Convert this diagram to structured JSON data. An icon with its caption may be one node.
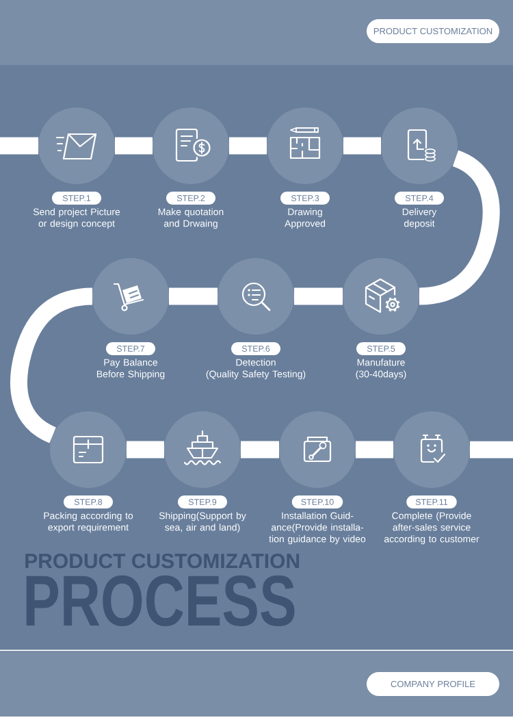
{
  "diagram": {
    "nodes": [
      {
        "text": [
          "PRODUCT CUSTOMIZATION"
        ]
      },
      {
        "text": [
          "STEP.1",
          "Send project Picture or design concept"
        ]
      },
      {
        "text": [
          "STEP.2",
          "Make quotation and Drwaing"
        ]
      },
      {
        "text": [
          "STEP.3",
          "Drawing Approved"
        ]
      },
      {
        "text": [
          "STEP.4",
          "Delivery deposit"
        ]
      },
      {
        "text": [
          "STEP.5",
          "Manufature (30-40days)"
        ]
      },
      {
        "text": [
          "STEP.6",
          "Detection (Quality Safety Testing)"
        ]
      },
      {
        "text": [
          "STEP.7",
          "Pay Balance Before Shipping"
        ]
      },
      {
        "text": [
          "STEP.8",
          "Packing according to export requirement"
        ]
      },
      {
        "text": [
          "STEP.9",
          "Shipping(Support by sea, air and land)"
        ]
      },
      {
        "text": [
          "STEP.10",
          "Installation Guid- ance(Provide installa- tion guidance by video"
        ]
      },
      {
        "text": [
          "STEP.11",
          "Complete (Provide after-sales service according to customer"
        ]
      },
      {
        "text": [
          "COMPANY PROFILE"
        ]
      }
    ],
    "edges": [
      {
        "from": null,
        "to": 1,
        "arrow": "none"
      },
      {
        "from": 1,
        "to": 2,
        "arrow": "none"
      },
      {
        "from": 2,
        "to": 3,
        "arrow": "none"
      },
      {
        "from": 3,
        "to": 4,
        "arrow": "none"
      },
      {
        "from": 4,
        "to": 5,
        "arrow": "none"
      },
      {
        "from": 5,
        "to": 6,
        "arrow": "none"
      },
      {
        "from": 6,
        "to": 7,
        "arrow": "none"
      },
      {
        "from": 7,
        "to": 8,
        "arrow": "none"
      },
      {
        "from": 8,
        "to": 9,
        "arrow": "none"
      },
      {
        "from": 9,
        "to": 10,
        "arrow": "none"
      },
      {
        "from": 10,
        "to": 11,
        "arrow": "none"
      },
      {
        "from": 11,
        "to": null,
        "arrow": "none"
      }
    ],
    "labels": [
      "PRODUCT CUSTOMIZATION",
      "PROCESS"
    ]
  }
}
